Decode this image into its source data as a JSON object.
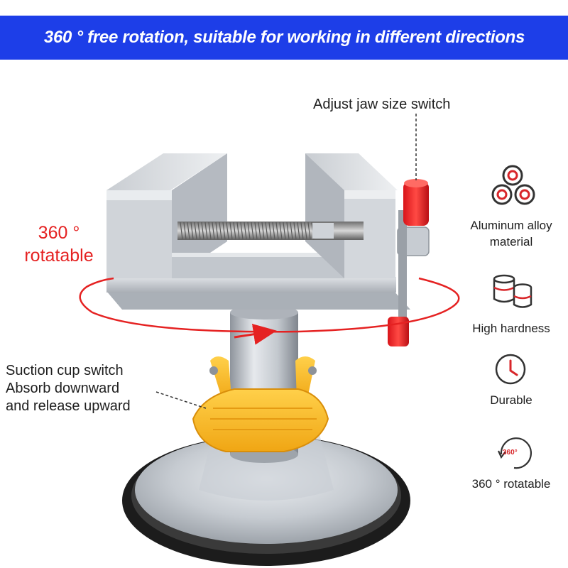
{
  "banner": {
    "title": "360 ° free rotation, suitable for working in different directions",
    "color": "#1d3ee8"
  },
  "callouts": {
    "jaw_switch": "Adjust jaw size switch",
    "rotate_line1": "360 °",
    "rotate_line2": "rotatable",
    "suction_line1": "Suction cup switch",
    "suction_line2": "Absorb downward",
    "suction_line3": "and release upward"
  },
  "features": [
    {
      "icon": "aluminum-rods-icon",
      "line1": "Aluminum alloy",
      "line2": "material"
    },
    {
      "icon": "stacked-cylinders-icon",
      "line1": "High hardness",
      "line2": ""
    },
    {
      "icon": "clock-icon",
      "line1": "Durable",
      "line2": ""
    },
    {
      "icon": "rotation-360-icon",
      "line1": "360 ° rotatable",
      "line2": "",
      "badge": "360°"
    }
  ],
  "colors": {
    "accent_red": "#e52222",
    "handle_yellow": "#f6b622",
    "metal": "#b9bec6"
  }
}
